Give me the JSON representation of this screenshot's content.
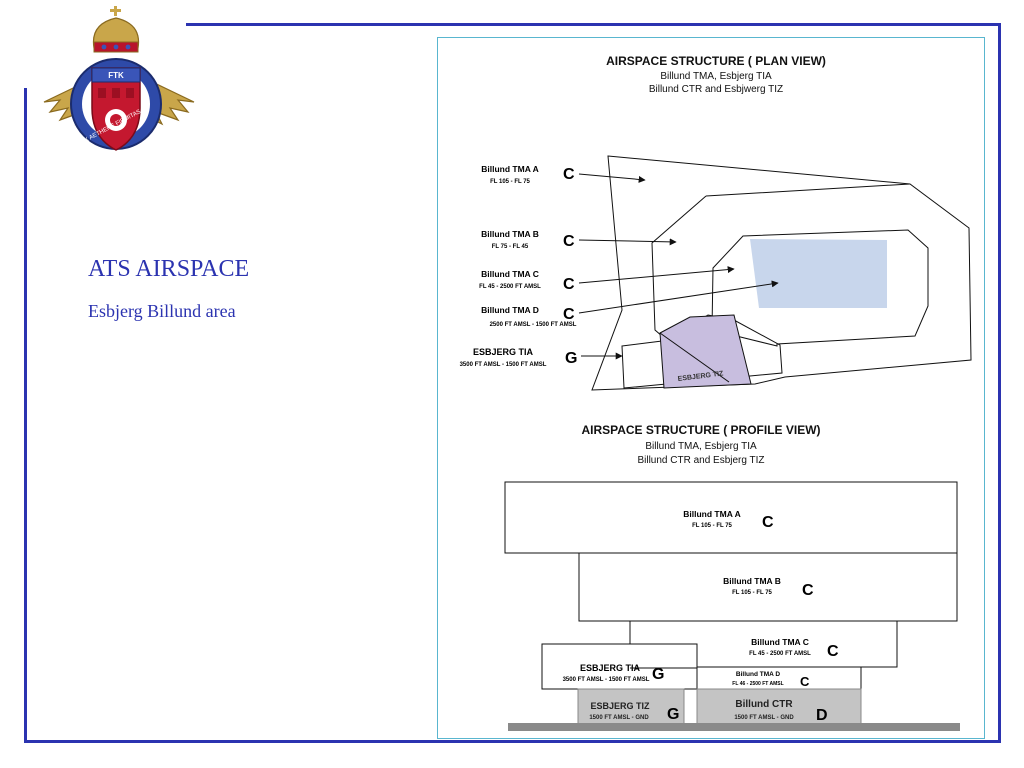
{
  "slide": {
    "title": "ATS AIRSPACE",
    "subtitle": "Esbjerg Billund area"
  },
  "logo": {
    "banner": "FTK",
    "motto": "EX AETHERE FIRMITAS"
  },
  "plan_view": {
    "title": "AIRSPACE STRUCTURE ( PLAN VIEW)",
    "line1": "Billund TMA, Esbjerg TIA",
    "line2": "Billund CTR and Esbjwerg TIZ",
    "labels": [
      {
        "name": "Billund TMA A",
        "limits": "FL 105 - FL 75",
        "class": "C"
      },
      {
        "name": "Billund TMA B",
        "limits": "FL 75 - FL 45",
        "class": "C"
      },
      {
        "name": "Billund TMA C",
        "limits": "FL 45 - 2500 FT AMSL",
        "class": "C"
      },
      {
        "name": "Billund TMA D",
        "limits": "2500 FT AMSL - 1500 FT AMSL",
        "class": "C"
      },
      {
        "name": "ESBJERG TIA",
        "limits": "3500 FT AMSL - 1500 FT AMSL",
        "class": "G"
      }
    ],
    "tiz_label": "ESBJERG TIZ"
  },
  "profile_view": {
    "title": "AIRSPACE STRUCTURE ( PROFILE VIEW)",
    "line1": "Billund TMA, Esbjerg TIA",
    "line2": "Billund CTR and Esbjerg TIZ",
    "boxes": {
      "tma_a": {
        "name": "Billund TMA A",
        "limits": "FL 105 - FL 75",
        "class": "C"
      },
      "tma_b": {
        "name": "Billund TMA B",
        "limits": "FL 105 - FL 75",
        "class": "C"
      },
      "tma_c": {
        "name": "Billund TMA C",
        "limits": "FL 45 - 2500 FT AMSL",
        "class": "C"
      },
      "tia": {
        "name": "ESBJERG TIA",
        "limits": "3500 FT AMSL - 1500 FT AMSL",
        "class": "G"
      },
      "tma_d": {
        "name": "Billund TMA D",
        "limits": "FL 46 - 2500 FT AMSL",
        "class": "C"
      },
      "tiz": {
        "name": "ESBJERG TIZ",
        "limits": "1500 FT AMSL - GND",
        "class": "G"
      },
      "ctr": {
        "name": "Billund CTR",
        "limits": "1500 FT AMSL - GND",
        "class": "D"
      }
    }
  },
  "colors": {
    "frame": "#2b33b0",
    "tma_c_fill": "#c8d6ec",
    "tiz_fill": "#c8bedf",
    "ground_fill": "#c4c4c4"
  }
}
